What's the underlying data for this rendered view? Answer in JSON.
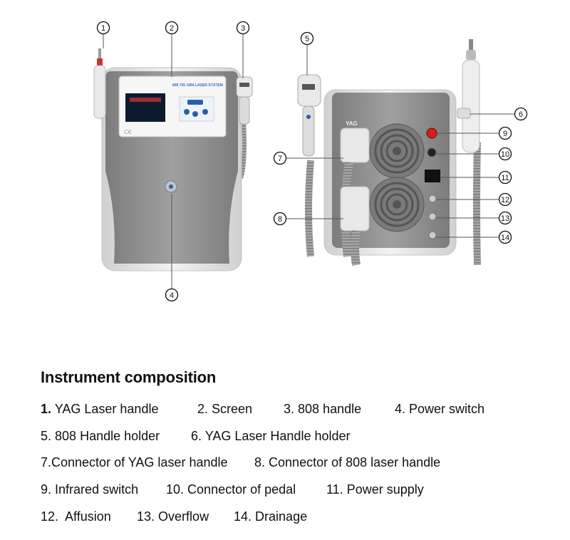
{
  "screen_text": {
    "title": "808 755 1064 LASER SYSTEM"
  },
  "back_panel": {
    "yag_label": "YAG"
  },
  "callouts": [
    "1",
    "2",
    "3",
    "4",
    "5",
    "6",
    "7",
    "8",
    "9",
    "10",
    "11",
    "12",
    "13",
    "14"
  ],
  "composition": {
    "heading": "Instrument composition",
    "items": [
      {
        "num": "1.",
        "label": "YAG Laser handle"
      },
      {
        "num": "2.",
        "label": "Screen"
      },
      {
        "num": "3.",
        "label": "808 handle"
      },
      {
        "num": "4.",
        "label": "Power switch"
      },
      {
        "num": "5.",
        "label": "808 Handle holder"
      },
      {
        "num": "6.",
        "label": "YAG Laser Handle holder"
      },
      {
        "num": "7.",
        "label": "Connector of YAG laser handle"
      },
      {
        "num": "8.",
        "label": "Connector of 808 laser handle"
      },
      {
        "num": "9.",
        "label": "Infrared switch"
      },
      {
        "num": "10.",
        "label": "Connector of pedal"
      },
      {
        "num": "11.",
        "label": "Power supply"
      },
      {
        "num": "12.",
        "label": "Affusion"
      },
      {
        "num": "13.",
        "label": "Overflow"
      },
      {
        "num": "14.",
        "label": "Drainage"
      }
    ]
  },
  "colors": {
    "body_gray": "#8e8e8e",
    "frame_light": "#e4e4e4",
    "screen_blue": "#2a5fa8",
    "cable_gray": "#9a9a9a",
    "switch_red": "#d02020"
  }
}
